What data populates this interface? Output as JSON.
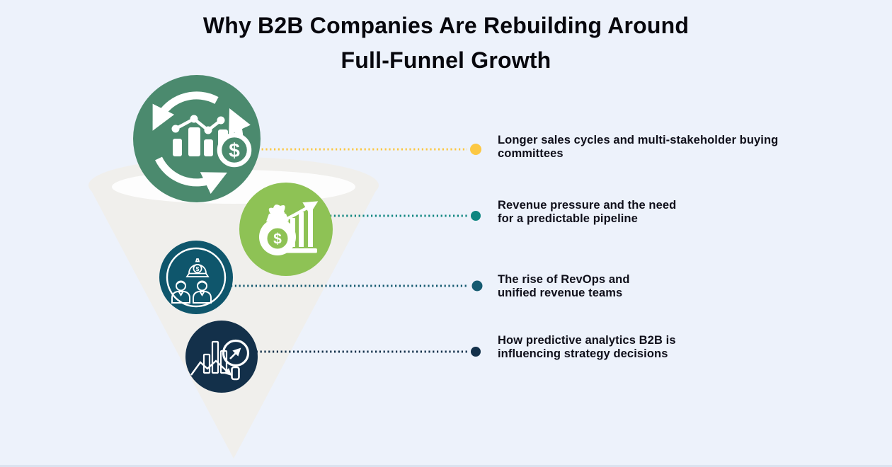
{
  "title": {
    "line1": "Why B2B Companies Are Rebuilding Around",
    "line2": "Full-Funnel Growth"
  },
  "glyphs": {
    "dollar": "$"
  },
  "colors": {
    "background": "#edf2fb",
    "bottom_edge": "#dbe3f0",
    "funnel_body": "#f0efec",
    "funnel_opening": "#fdfdfd",
    "title_text": "#07070d",
    "label_text": "#0f0f1a",
    "icon_art": "#ffffff"
  },
  "items": [
    {
      "label_line1": "Longer sales cycles and multi-stakeholder buying",
      "label_line2": "committees",
      "icon": "growth-cycle-dollar-icon",
      "circle_color": "#4b8a6e",
      "connector_color": "#fcc843"
    },
    {
      "label_line1": "Revenue pressure and the need",
      "label_line2": "for a predictable pipeline",
      "icon": "money-bag-growth-icon",
      "circle_color": "#8ec255",
      "connector_color": "#0e8680"
    },
    {
      "label_line1": "The rise of RevOps and",
      "label_line2": "unified revenue teams",
      "icon": "revops-team-icon",
      "circle_color": "#0f566c",
      "connector_color": "#155a70"
    },
    {
      "label_line1": "How predictive analytics B2B is",
      "label_line2": "influencing strategy decisions",
      "icon": "analytics-magnifier-icon",
      "circle_color": "#13304a",
      "connector_color": "#13304a"
    }
  ]
}
